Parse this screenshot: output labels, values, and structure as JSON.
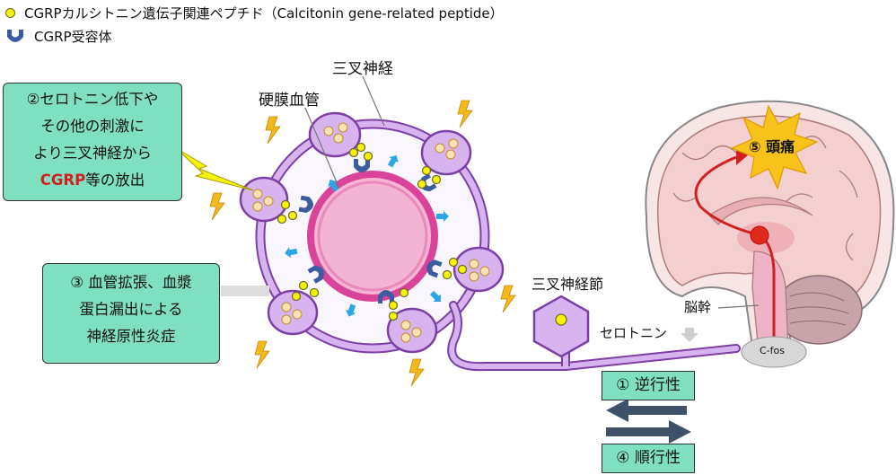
{
  "legend": {
    "cgrp": "CGRPカルシトニン遺伝子関連ペプチド（Calcitonin gene-related peptide）",
    "receptor": "CGRP受容体"
  },
  "labels": {
    "trigeminal_nerve": "三叉神経",
    "dura_vessel": "硬膜血管",
    "trigeminal_ganglion": "三叉神経節",
    "serotonin": "セロトニン",
    "brainstem": "脳幹",
    "cfos": "C-fos",
    "headache": "⑤ 頭痛"
  },
  "callouts": {
    "release": [
      "②セロトニン低下や",
      "その他の刺激に",
      "より三叉神経から"
    ],
    "release_red": "CGRP",
    "release_tail": "等の放出",
    "inflammation": [
      "③ 血管拡張、血漿",
      "蛋白漏出による",
      "神経原性炎症"
    ]
  },
  "direction": {
    "antidromic": "① 逆行性",
    "orthodromic": "④ 順行性"
  },
  "colors": {
    "nerve": "#d7b3ef",
    "nerve_stroke": "#7c3fa4",
    "vessel": "#ec9ec5",
    "vessel_stroke": "#d9449a",
    "cgrp_dot": "#f7f20a",
    "receptor": "#3b5c9e",
    "callout_fill": "#7fe0c1",
    "arrow_blue": "#2aa5e8",
    "lightning": "#f3b71f",
    "brain": "#f3d5d3",
    "red": "#d21f1f"
  }
}
